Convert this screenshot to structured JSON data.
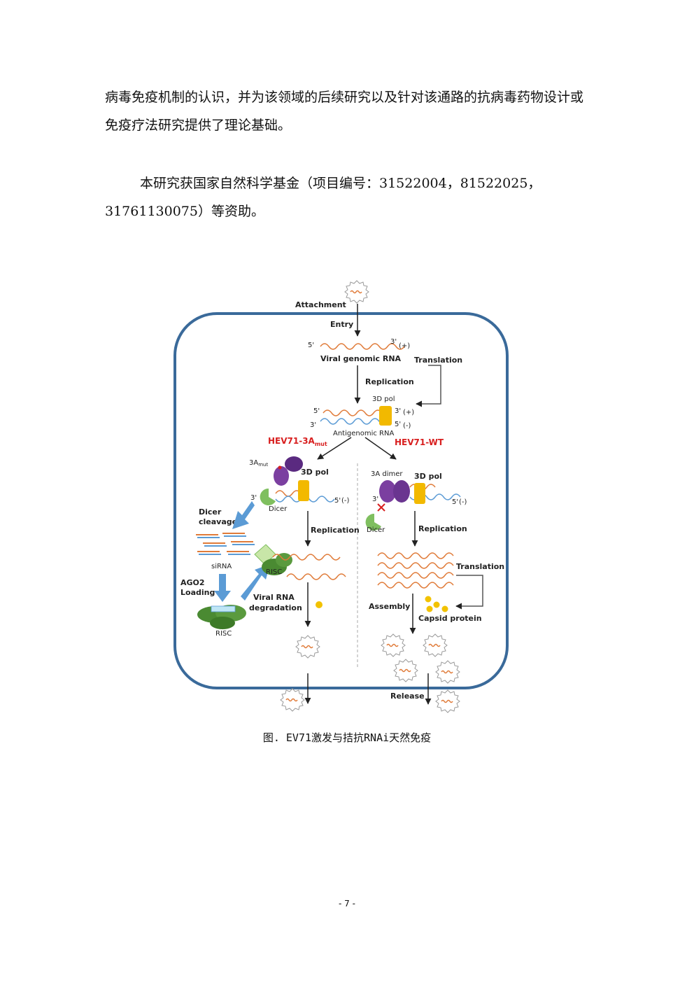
{
  "paragraphs": {
    "p1": "病毒免疫机制的认识，并为该领域的后续研究以及针对该通路的抗病毒药物设计或免疫疗法研究提供了理论基础。",
    "p2": "本研究获国家自然科学基金（项目编号：31522004，81522025，31761130075）等资助。"
  },
  "figure": {
    "labels": {
      "attachment": "Attachment",
      "entry": "Entry",
      "five_prime": "5'",
      "three_prime": "3'",
      "plus": "(+)",
      "minus": "(-)",
      "viral_genomic_rna": "Viral genomic RNA",
      "translation_top": "Translation",
      "replication_top": "Replication",
      "pol_3d_top": "3D pol",
      "antigenomic_rna": "Antigenomic RNA",
      "hev71_mut_prefix": "HEV71-3A",
      "hev71_mut_sub": "mut",
      "hev71_wt": "HEV71-WT",
      "a3_mut_prefix": "3A",
      "a3_mut_sub": "mut",
      "pol_3d_left": "3D pol",
      "dicer_left": "Dicer",
      "dicer_cleavage_1": "Dicer",
      "dicer_cleavage_2": "cleavage",
      "sirna": "siRNA",
      "ago2_1": "AGO2",
      "ago2_2": "Loading",
      "risc_bottom": "RISC",
      "risc_mid": "RISC",
      "replication_left": "Replication",
      "viral_rna_deg_1": "Viral RNA",
      "viral_rna_deg_2": "degradation",
      "a3_dimer": "3A dimer",
      "pol_3d_right": "3D pol",
      "dicer_right": "Dicer",
      "replication_right": "Replication",
      "translation_right": "Translation",
      "assembly": "Assembly",
      "capsid_protein": "Capsid protein",
      "release": "Release"
    },
    "colors": {
      "cell_border": "#3a6a9a",
      "rna_plus": "#e07b39",
      "rna_minus": "#5b9bd5",
      "pol": "#f2b900",
      "protein_3a": "#7b3fa0",
      "dicer": "#7fbf5f",
      "risc": "#4a8a32",
      "arrow_blue": "#5b9bd5",
      "inhibit": "#d81f1f",
      "capsid": "#f2c200"
    }
  },
  "caption": "图. EV71激发与拮抗RNAi天然免疫",
  "page_number": "- 7 -"
}
